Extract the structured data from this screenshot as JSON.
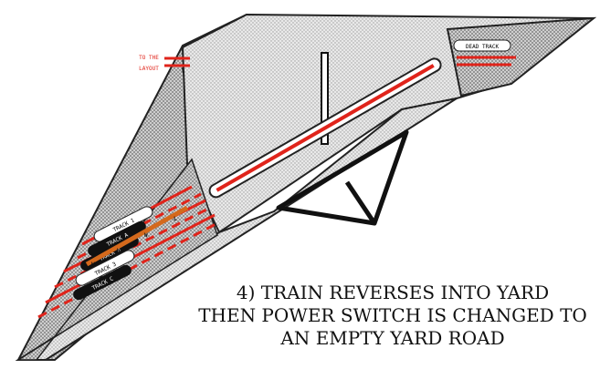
{
  "labels": {
    "to_layout": [
      "TO THE",
      "LAYOUT"
    ],
    "dead_track": "DEAD TRACK",
    "tracks": [
      "TRACK 1",
      "TRACK A",
      "TRACK B",
      "TRACK 3",
      "TRACK C"
    ],
    "wire_letters": [
      "W",
      "W",
      "W",
      "L"
    ]
  },
  "caption": {
    "line1": "4) TRAIN REVERSES INTO YARD",
    "line2": "THEN POWER SWITCH IS CHANGED TO",
    "line3": "AN EMPTY YARD ROAD"
  },
  "colors": {
    "track_red": "#e0241b",
    "dark_tint": "#7a7a7a",
    "light_tint": "#d9d9d9",
    "wire_orange": "#d4691c"
  }
}
